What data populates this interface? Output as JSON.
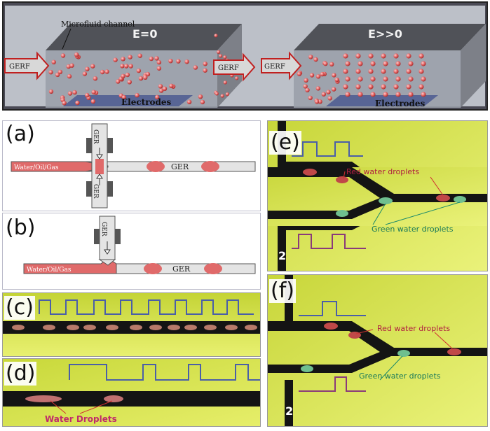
{
  "top": {
    "channel_label": "Microfluid channel",
    "left_field": "E=0",
    "right_field": "E>>0",
    "inlet_left": "GERF",
    "outlet_left": "GERF",
    "inlet_right": "GERF",
    "electrodes_left": "Electrodes",
    "electrodes_right": "Electrodes"
  },
  "panels": {
    "a": {
      "label": "(a)",
      "fluid_in": "Water/Oil/Gas",
      "side_top": "GER",
      "side_bottom": "GER",
      "channel": "GER"
    },
    "b": {
      "label": "(b)",
      "fluid_in": "Water/Oil/Gas",
      "side_top": "GER",
      "channel": "GER"
    },
    "c": {
      "label": "(c)"
    },
    "d": {
      "label": "(d)",
      "annotation": "Water Droplets"
    },
    "e": {
      "label": "(e)",
      "red": "Red water droplets",
      "green": "Green water droplets",
      "outlet": "2"
    },
    "f": {
      "label": "(f)",
      "red": "Red water droplets",
      "green": "Green water droplets",
      "outlet": "2"
    }
  },
  "colors": {
    "droplet_red": "#e06a6a",
    "droplet_green": "#6fbf8f",
    "signal_blue": "#4a5fa8",
    "signal_purple": "#8a3a7a",
    "channel_dark": "#141414",
    "background_yellow": "#d6e64a"
  }
}
